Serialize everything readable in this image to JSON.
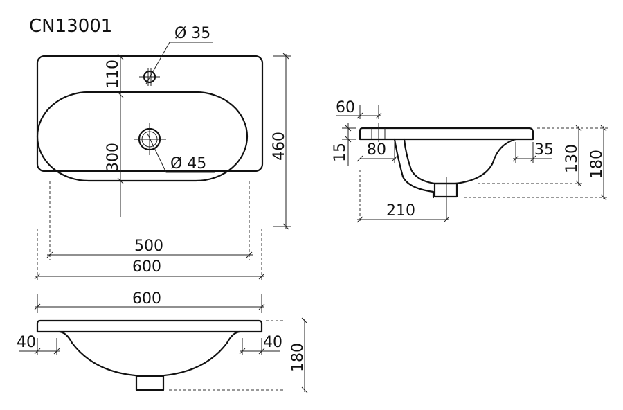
{
  "title": "CN13001",
  "top_view": {
    "hole_tap_label": "Ø 35",
    "hole_drain_label": "Ø 45",
    "dim_110": "110",
    "dim_300": "300",
    "dim_460": "460",
    "dim_500": "500",
    "dim_600": "600"
  },
  "front_view": {
    "dim_600": "600",
    "dim_40_left": "40",
    "dim_40_right": "40",
    "dim_180": "180"
  },
  "side_view": {
    "dim_60": "60",
    "dim_15": "15",
    "dim_80": "80",
    "dim_35": "35",
    "dim_130": "130",
    "dim_180": "180",
    "dim_210": "210"
  }
}
